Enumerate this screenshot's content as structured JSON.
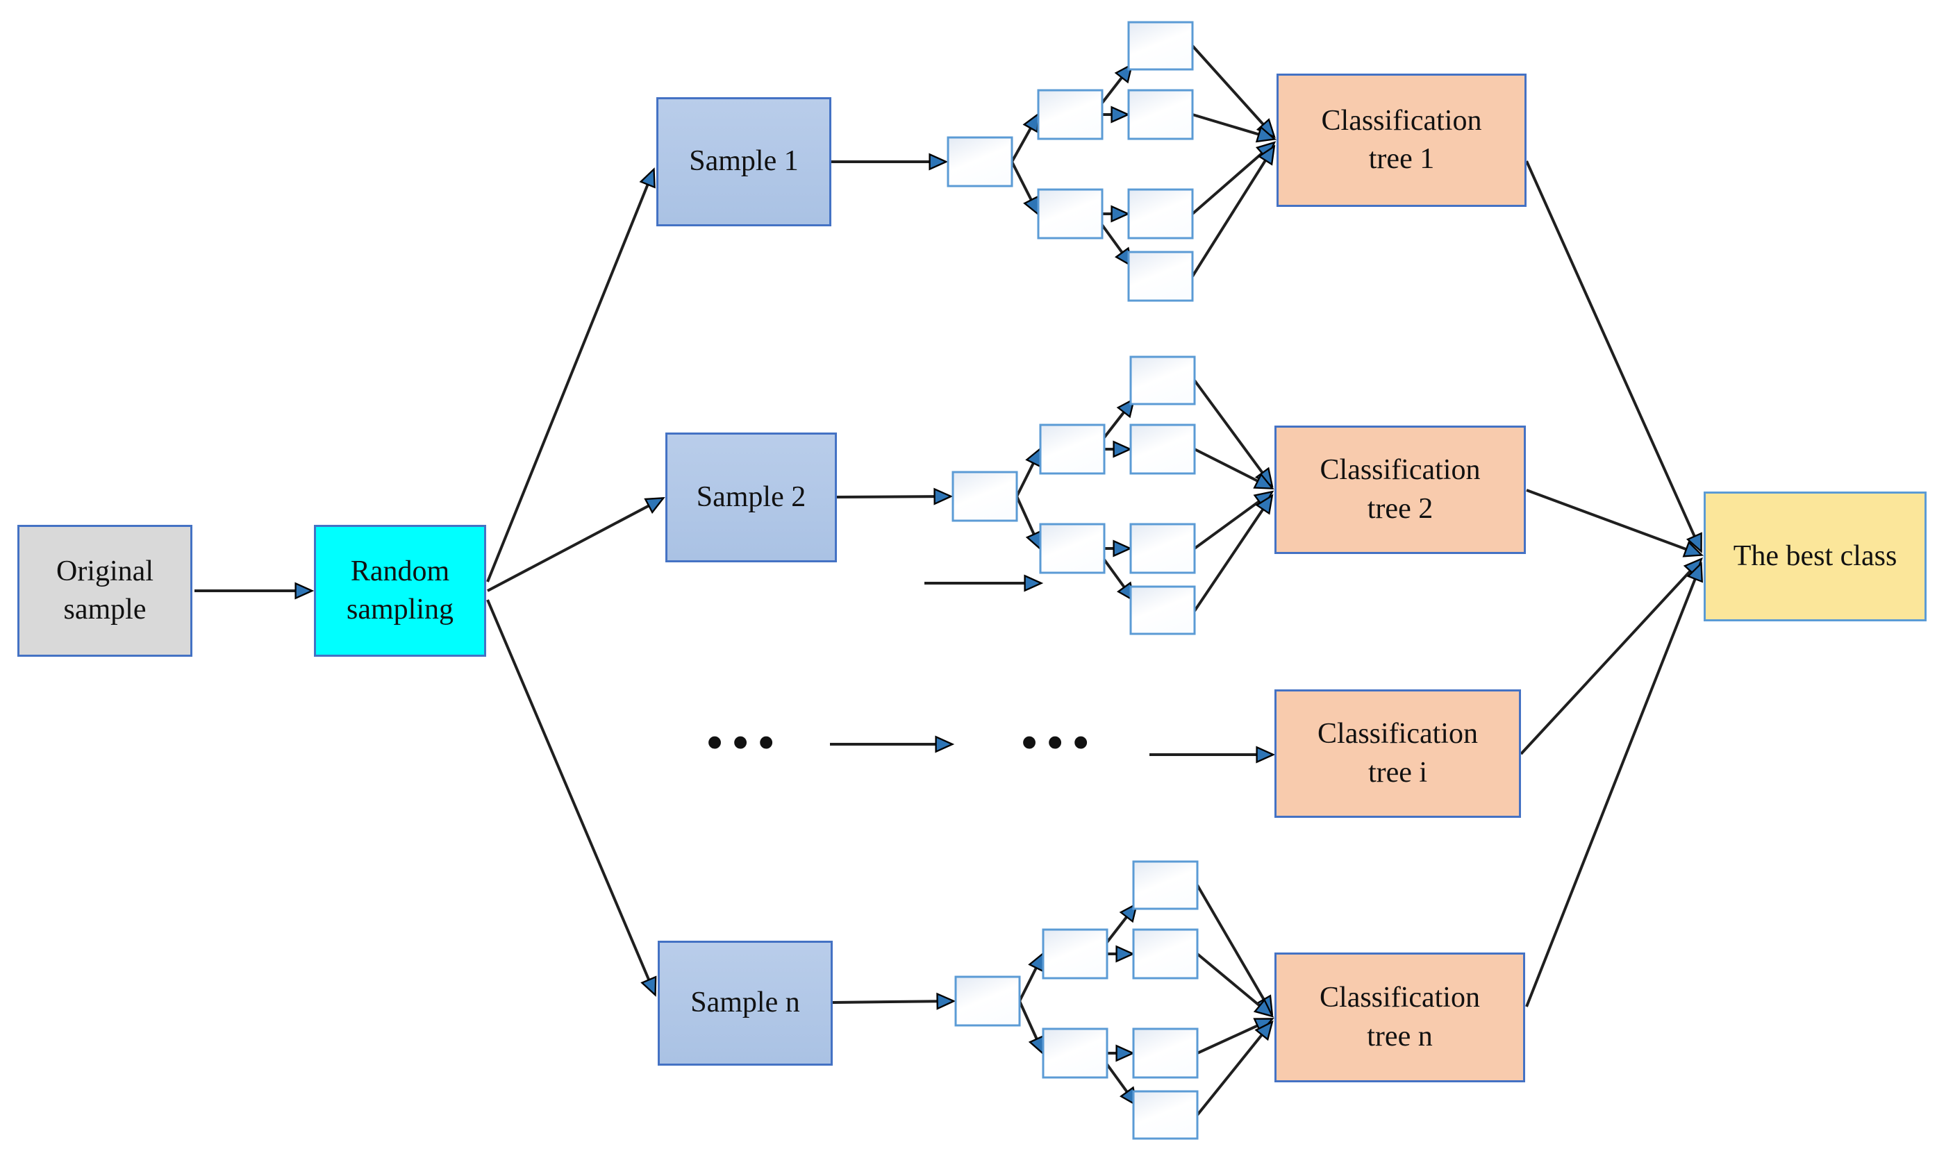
{
  "diagram": {
    "title_implicit": "Random forest classification flow",
    "nodes": {
      "original_sample": {
        "label": "Original\nsample",
        "fill": "#d9d9d9"
      },
      "random_sampling": {
        "label": "Random\nsampling",
        "fill": "#00ffff"
      },
      "sample_1": {
        "label": "Sample 1",
        "fill": "#aec6e8"
      },
      "sample_2": {
        "label": "Sample 2",
        "fill": "#aec6e8"
      },
      "sample_n": {
        "label": "Sample n",
        "fill": "#aec6e8"
      },
      "classification_tree_1": {
        "label": "Classification\ntree 1",
        "fill": "#f8cbad"
      },
      "classification_tree_2": {
        "label": "Classification\ntree 2",
        "fill": "#f8cbad"
      },
      "classification_tree_i": {
        "label": "Classification\ntree i",
        "fill": "#f8cbad"
      },
      "classification_tree_n": {
        "label": "Classification\ntree n",
        "fill": "#f8cbad"
      },
      "best_class": {
        "label": "The best class",
        "fill": "#ffe699"
      }
    },
    "ellipsis": "…",
    "edges": [
      {
        "from": "original_sample",
        "to": "random_sampling"
      },
      {
        "from": "random_sampling",
        "to": "sample_1"
      },
      {
        "from": "random_sampling",
        "to": "sample_2"
      },
      {
        "from": "random_sampling",
        "to": "sample_n"
      },
      {
        "from": "sample_1",
        "to": "decision_tree_1"
      },
      {
        "from": "sample_2",
        "to": "decision_tree_2"
      },
      {
        "from": "sample_n",
        "to": "decision_tree_n"
      },
      {
        "from": "decision_tree_1",
        "to": "classification_tree_1"
      },
      {
        "from": "decision_tree_2",
        "to": "classification_tree_2"
      },
      {
        "from": "ellipsis_row",
        "to": "classification_tree_i"
      },
      {
        "from": "decision_tree_n",
        "to": "classification_tree_n"
      },
      {
        "from": "classification_tree_1",
        "to": "best_class"
      },
      {
        "from": "classification_tree_2",
        "to": "best_class"
      },
      {
        "from": "classification_tree_i",
        "to": "best_class"
      },
      {
        "from": "classification_tree_n",
        "to": "best_class"
      }
    ],
    "colors": {
      "box_border_blue": "#4472c4",
      "light_border_blue": "#5b9bd5",
      "arrowhead_fill": "#2e75b6",
      "line": "#1f1f1f",
      "gray_fill": "#d9d9d9",
      "cyan_fill": "#00ffff",
      "sample_fill": "#aec6e8",
      "tree_fill": "#f8cbad",
      "best_fill": "#ffe699",
      "background": "#ffffff"
    }
  }
}
